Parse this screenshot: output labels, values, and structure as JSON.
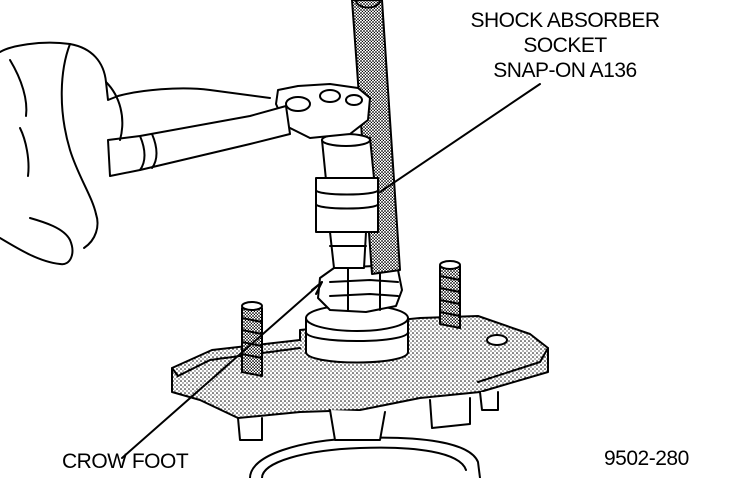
{
  "labels": {
    "shock_absorber_socket": [
      "SHOCK ABSORBER",
      "SOCKET",
      "SNAP-ON A136"
    ],
    "crow_foot": "CROW FOOT",
    "figure_number": "9502-280"
  },
  "colors": {
    "line": "#000000",
    "background": "#ffffff",
    "stipple": "#9a9a9a"
  }
}
